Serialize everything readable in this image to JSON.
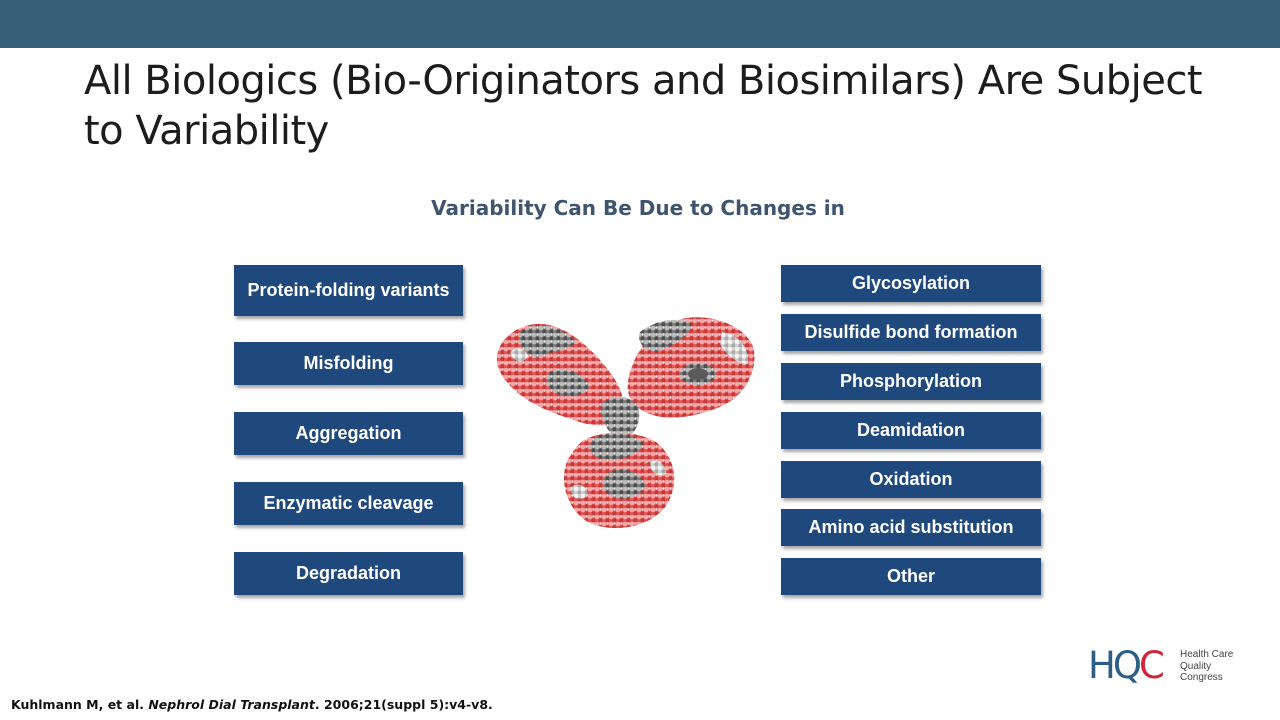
{
  "slide": {
    "title": "All Biologics (Bio-Originators and Biosimilars) Are Subject to Variability",
    "subtitle": "Variability Can Be Due to Changes in"
  },
  "left_boxes": [
    {
      "label": "Protein-folding  variants"
    },
    {
      "label": "Misfolding"
    },
    {
      "label": "Aggregation"
    },
    {
      "label": "Enzymatic cleavage"
    },
    {
      "label": "Degradation"
    }
  ],
  "right_boxes": [
    {
      "label": "Glycosylation"
    },
    {
      "label": "Disulfide  bond formation"
    },
    {
      "label": "Phosphorylation"
    },
    {
      "label": "Deamidation"
    },
    {
      "label": "Oxidation"
    },
    {
      "label": "Amino acid substitution"
    },
    {
      "label": "Other"
    }
  ],
  "citation": {
    "authors": "Kuhlmann M, et al. ",
    "journal": "Nephrol Dial Transplant",
    "details": ". 2006;21(suppl  5):v4-v8."
  },
  "logo": {
    "mark_hq": "HQ",
    "mark_c": "C",
    "line1": "Health Care",
    "line2": "Quality",
    "line3": "Congress"
  },
  "colors": {
    "top_bar": "#365F7A",
    "box_fill": "#1F497D",
    "subtitle": "#3F556F",
    "logo_blue": "#2E5E84",
    "logo_red": "#D0263C"
  },
  "image": {
    "icon": "antibody-molecule-icon"
  }
}
